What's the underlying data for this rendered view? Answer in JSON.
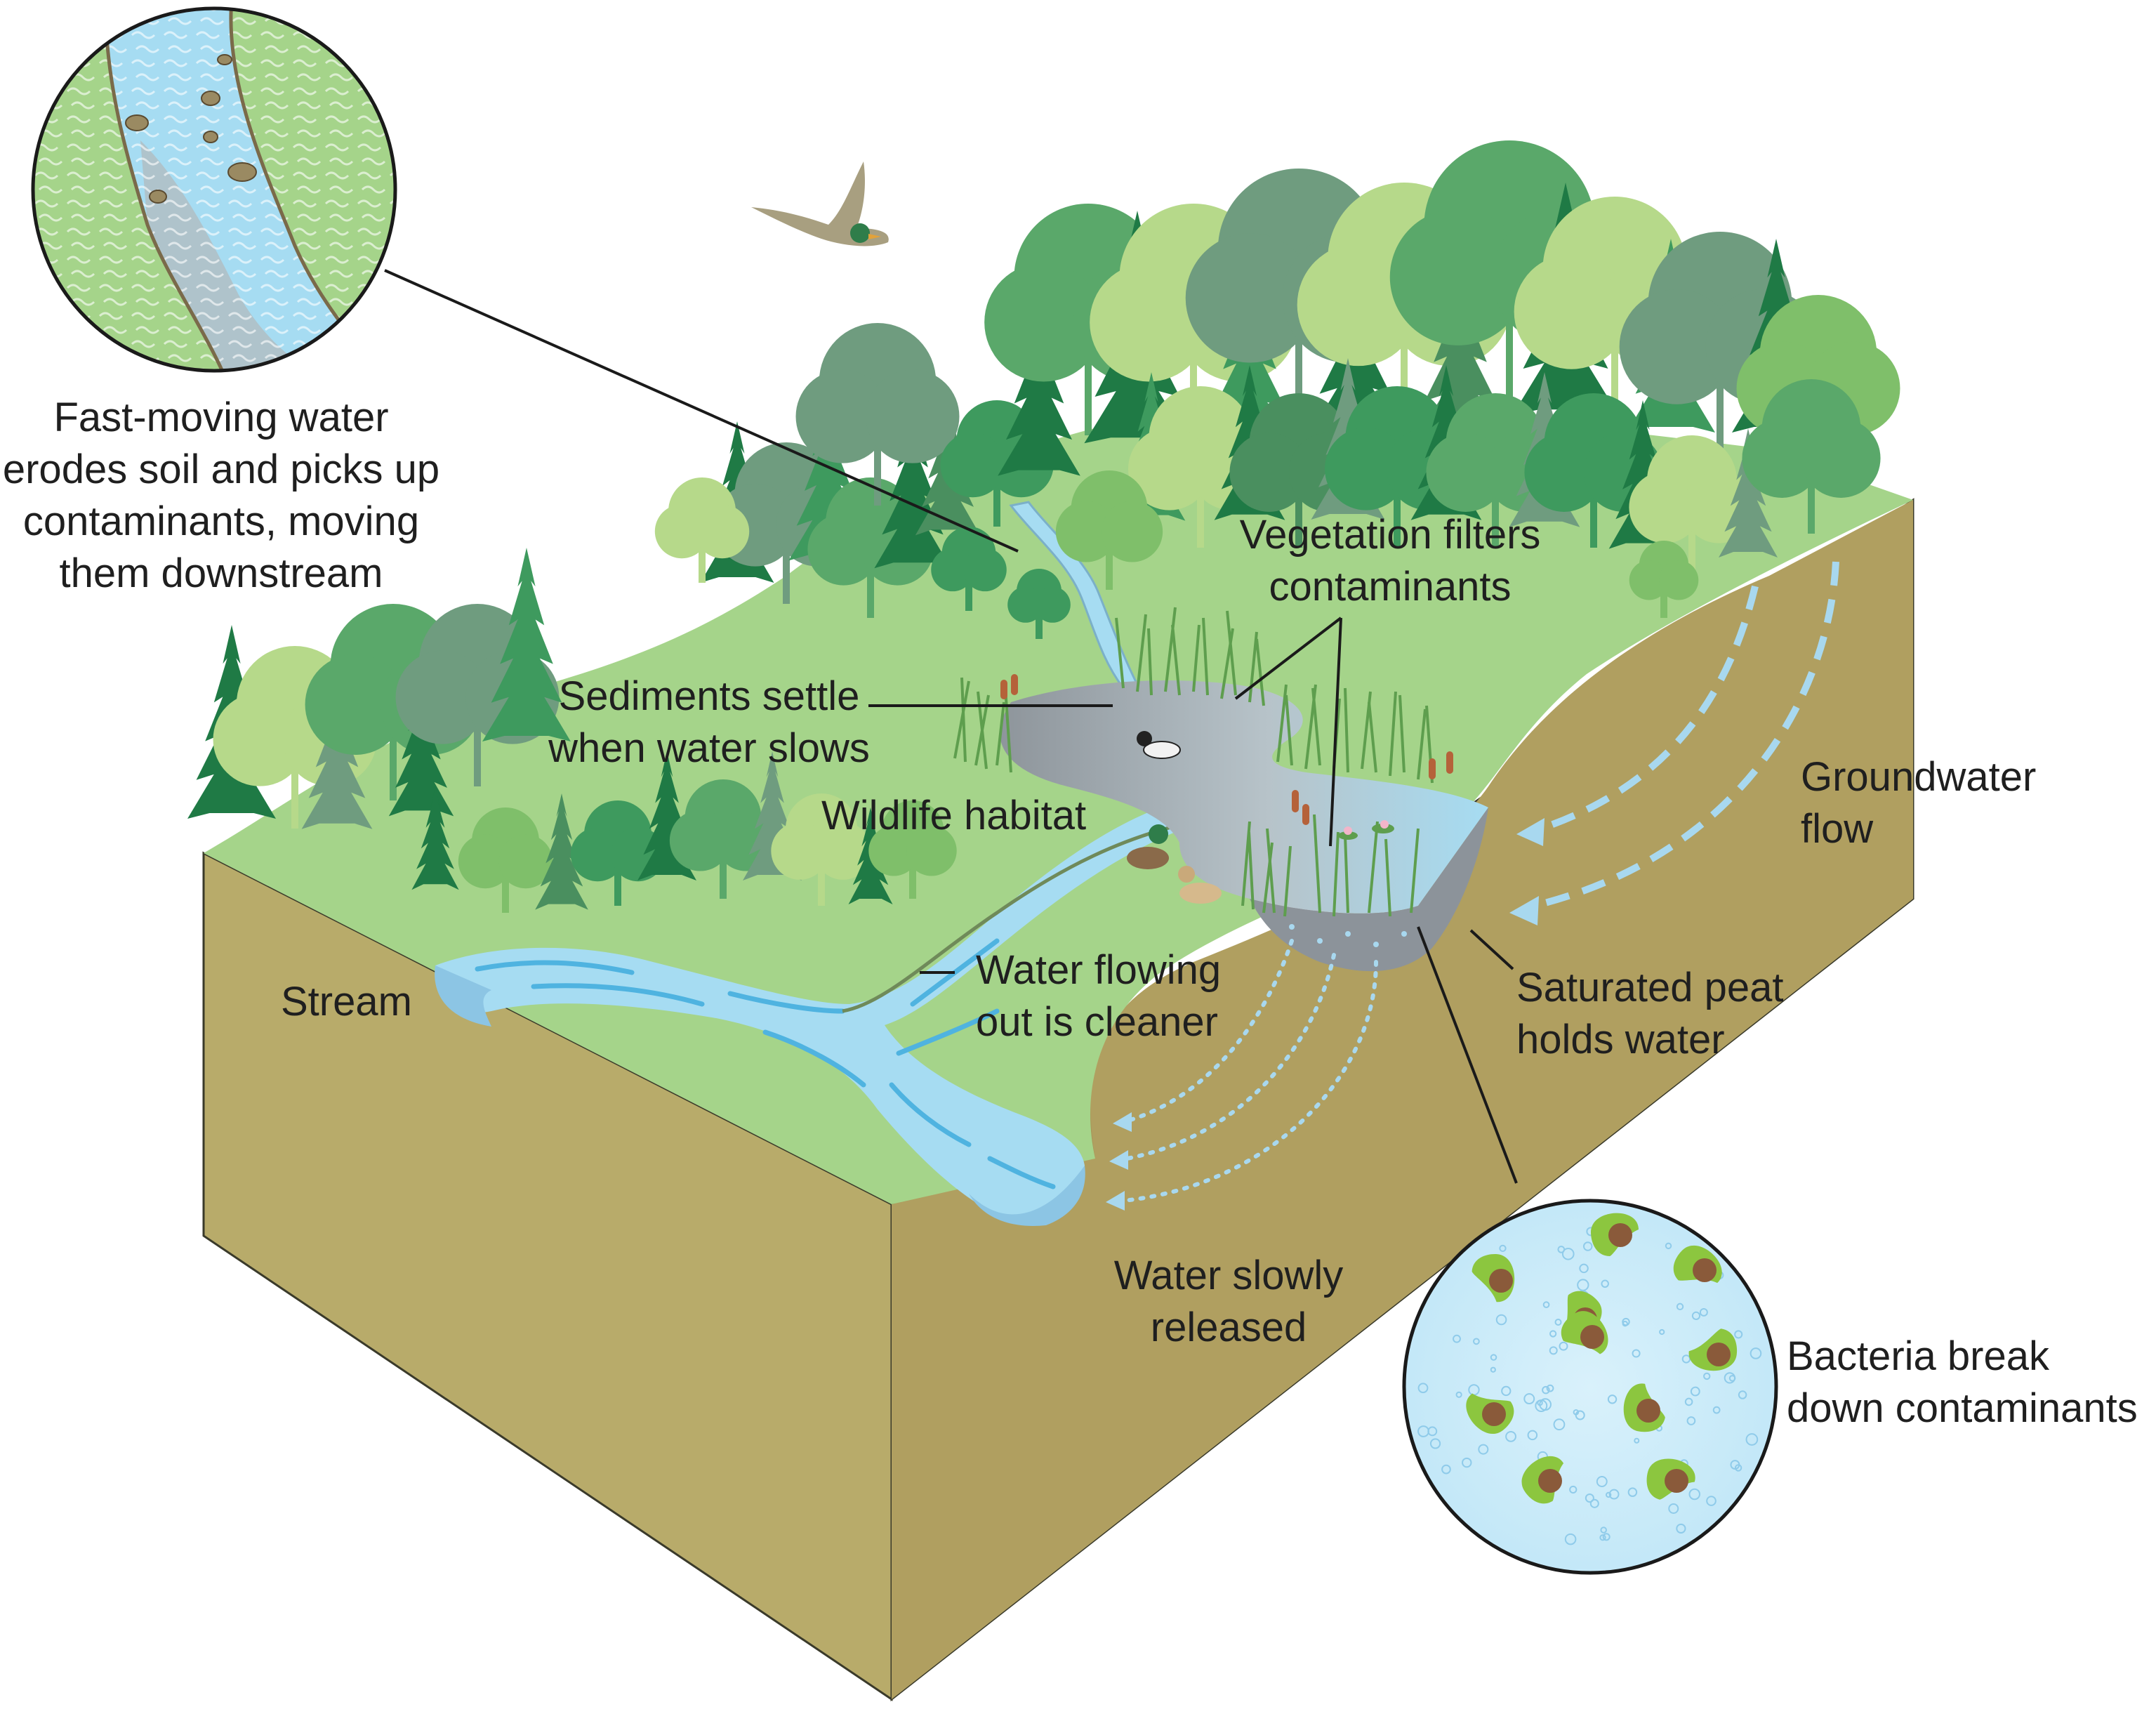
{
  "labels": {
    "fast_moving": [
      "Fast-moving water",
      "erodes soil and picks up",
      "contaminants, moving",
      "them downstream"
    ],
    "vegetation": [
      "Vegetation filters",
      "contaminants"
    ],
    "sediments": [
      "Sediments settle",
      "when water slows"
    ],
    "wildlife": [
      "Wildlife habitat"
    ],
    "groundwater": [
      "Groundwater",
      "flow"
    ],
    "stream": [
      "Stream"
    ],
    "water_flowing": [
      "Water flowing",
      "out is cleaner"
    ],
    "saturated_peat": [
      "Saturated peat",
      "holds water"
    ],
    "water_slowly": [
      "Water slowly",
      "released"
    ],
    "bacteria": [
      "Bacteria break",
      "down contaminants"
    ]
  },
  "colors": {
    "soil": "#b8ab6a",
    "soil_dark": "#a6935a",
    "grass": "#a5d48a",
    "water": "#a6dcf2",
    "water_line": "#4fb3e0",
    "pond_dark": "#8c939a",
    "tree_dark": "#1f7a45",
    "tree_mid": "#3e9a5e",
    "tree_light": "#b6d98a",
    "tree_grey": "#6f9c7f",
    "arrow": "#a8d8ef",
    "line": "#1a1a1a"
  }
}
